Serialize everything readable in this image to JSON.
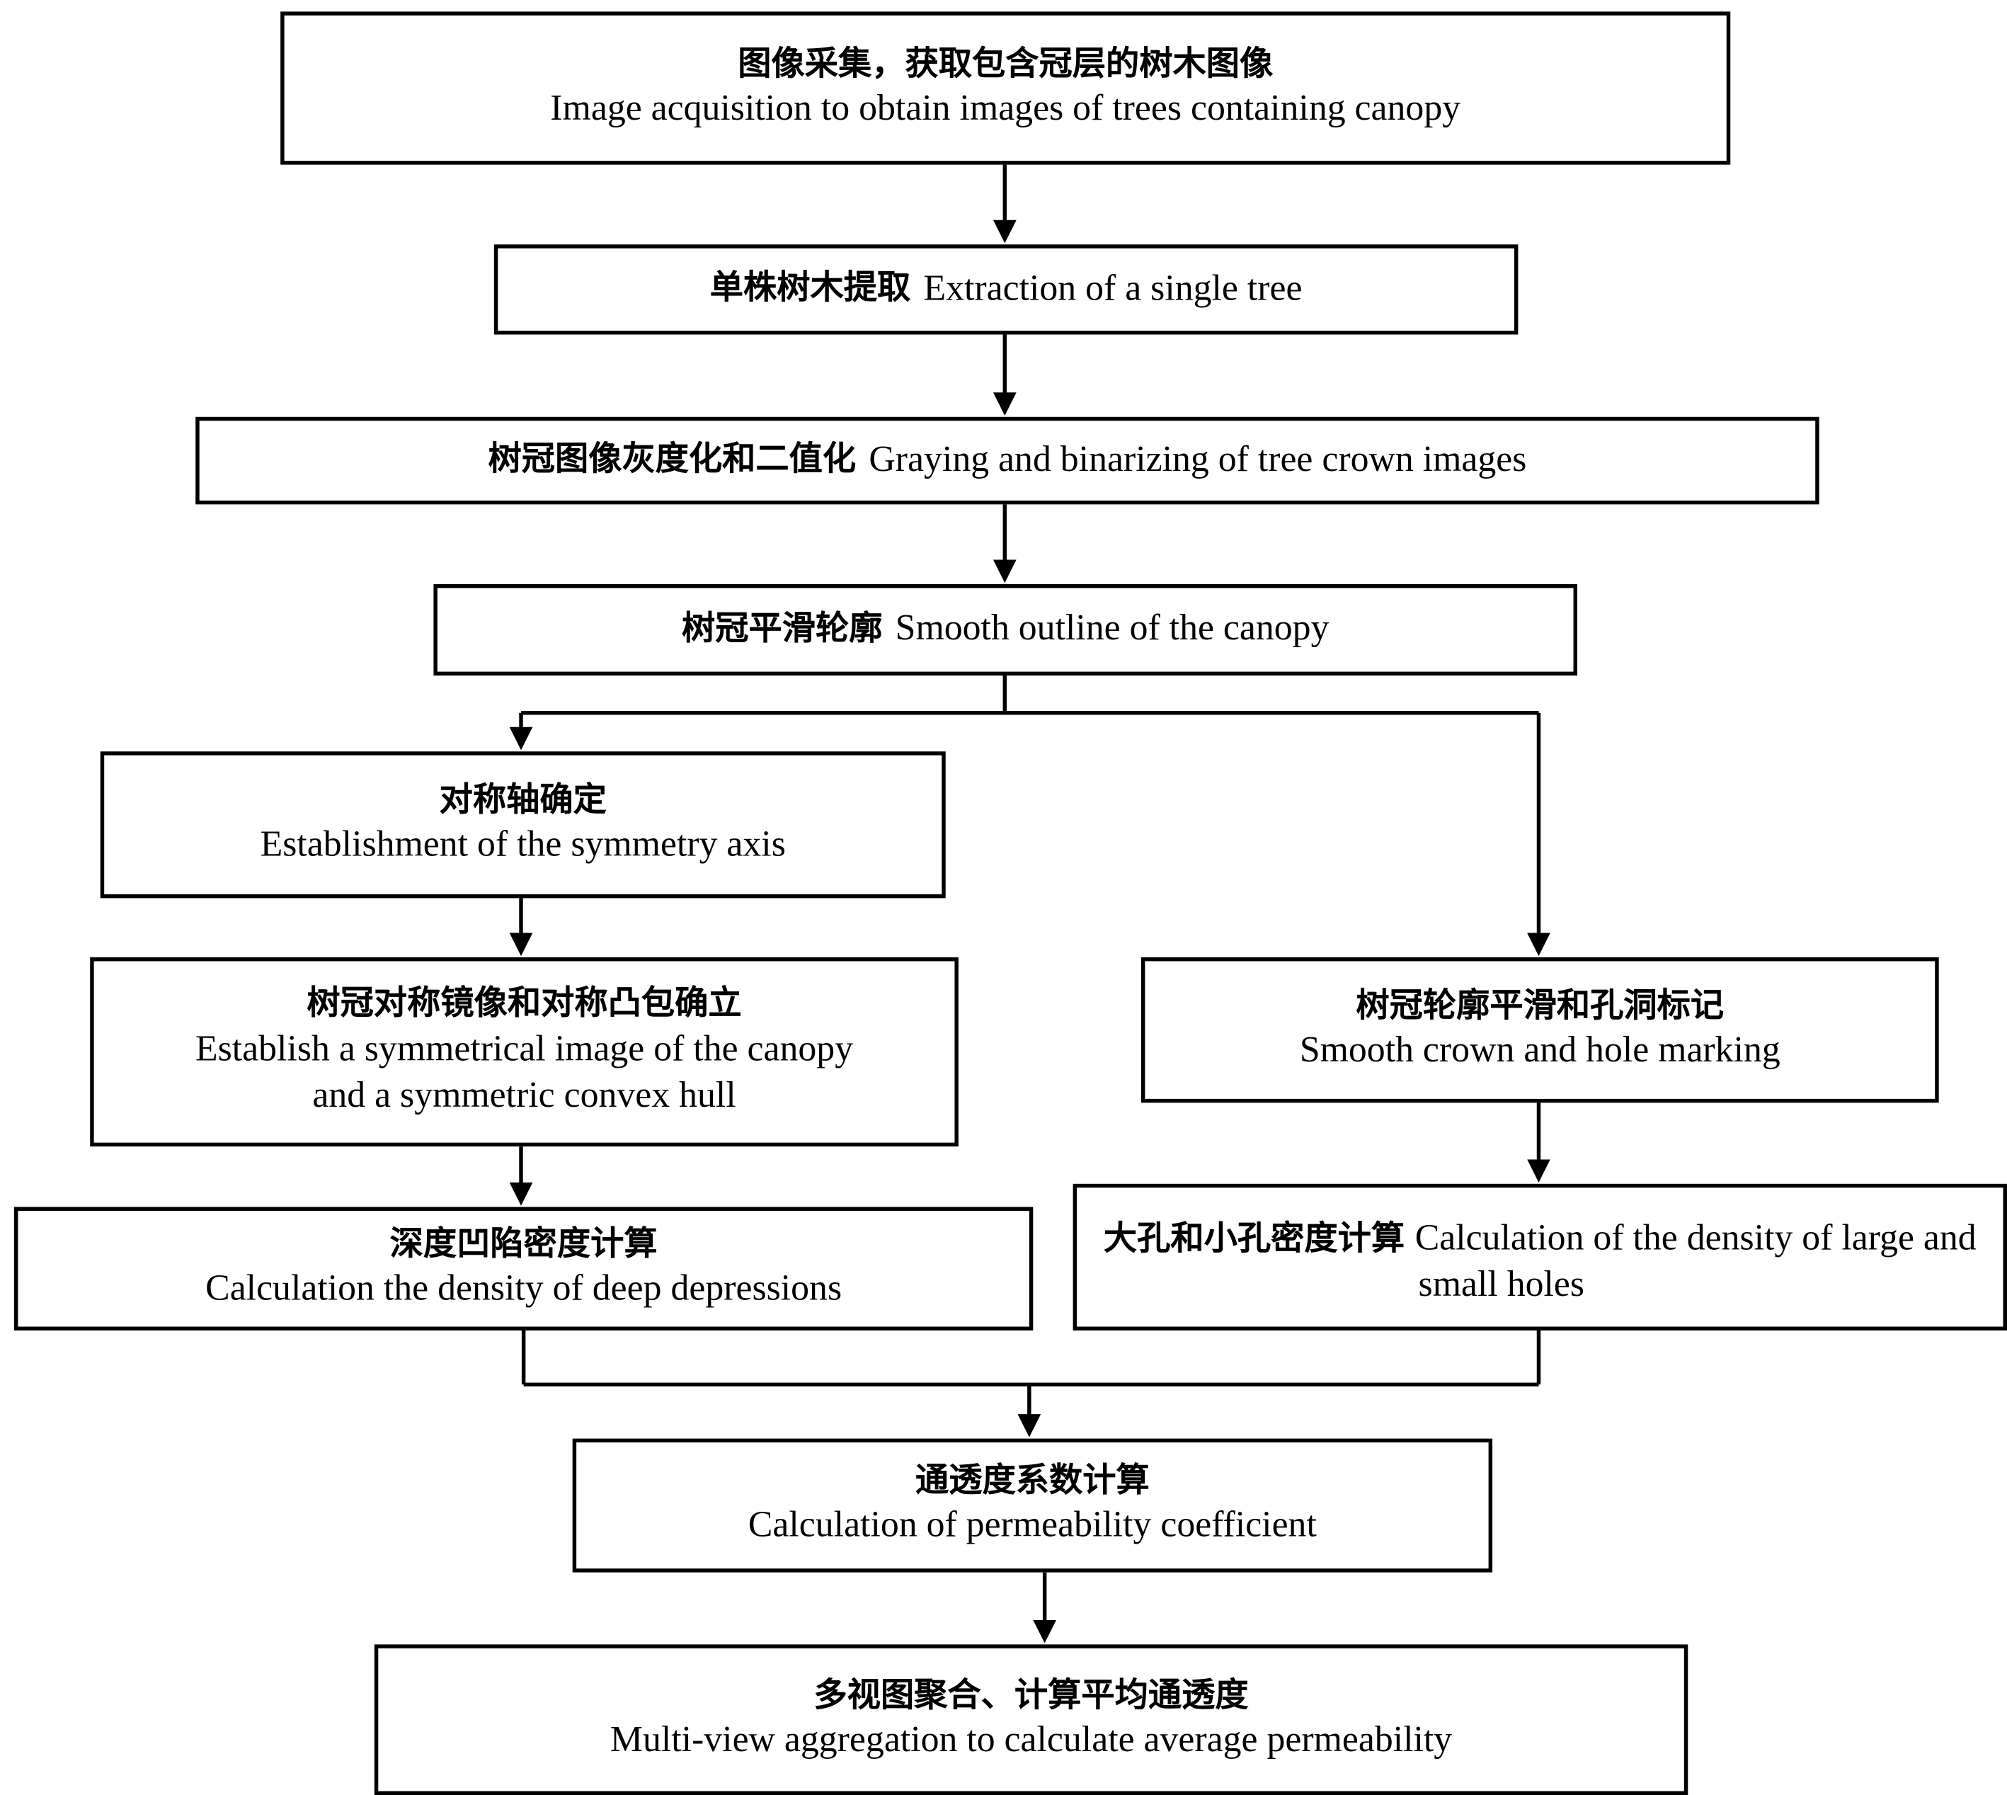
{
  "nodes": {
    "acquisition": {
      "zh": "图像采集，获取包含冠层的树木图像",
      "en": "Image acquisition to obtain images of trees containing canopy"
    },
    "extraction": {
      "zh": "单株树木提取",
      "en": "Extraction of a single tree"
    },
    "graying": {
      "zh": "树冠图像灰度化和二值化",
      "en": "Graying and binarizing of tree crown images"
    },
    "smooth_outline": {
      "zh": "树冠平滑轮廓",
      "en": "Smooth outline of the canopy"
    },
    "symmetry_axis": {
      "zh": "对称轴确定",
      "en": "Establishment of the symmetry axis"
    },
    "mirror_hull": {
      "zh": "树冠对称镜像和对称凸包确立",
      "en": "Establish a symmetrical image of the canopy and a symmetric convex hull"
    },
    "deep_depressions": {
      "zh": "深度凹陷密度计算",
      "en": "Calculation the density of deep depressions"
    },
    "hole_marking": {
      "zh": "树冠轮廓平滑和孔洞标记",
      "en": "Smooth crown and hole marking"
    },
    "hole_density": {
      "zh": "大孔和小孔密度计算",
      "en": "Calculation of the density of large and small holes"
    },
    "permeability": {
      "zh": "通透度系数计算",
      "en": "Calculation of permeability coefficient"
    },
    "aggregation": {
      "zh": "多视图聚合、计算平均通透度",
      "en": "Multi-view aggregation to calculate average permeability"
    }
  }
}
